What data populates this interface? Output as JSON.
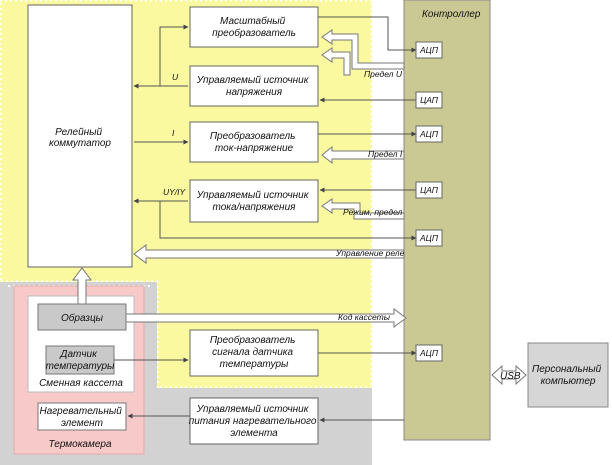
{
  "colors": {
    "yellow_zone": "#fbf9a0",
    "gray_zone": "#d2d2d2",
    "pink_zone": "#f7c9c9",
    "controller": "#cbc993",
    "pc": "#d6d6d6",
    "sample_box": "#c9c9c9",
    "line": "#555555"
  },
  "blocks": {
    "relay": [
      "Релейный",
      "коммутатор"
    ],
    "scale": [
      "Масштабный",
      "преобразователь"
    ],
    "vsource": [
      "Управляемый источник",
      "напряжения"
    ],
    "iv_conv": [
      "Преобразователь",
      "ток-напряжение"
    ],
    "ivsource": [
      "Управляемый источник",
      "тока/напряжения"
    ],
    "sensor_conv": [
      "Преобразователь",
      "сигнала датчика",
      "температуры"
    ],
    "heater_src": [
      "Управляемый источник",
      "питания нагревательного",
      "элемента"
    ],
    "samples": "Образцы",
    "sensor": [
      "Датчик",
      "температуры"
    ],
    "cassette": "Сменная кассета",
    "heater": [
      "Нагревательный",
      "элемент"
    ],
    "thermo": "Термокамера",
    "controller": "Контроллер",
    "pc": [
      "Персональный",
      "компьютер"
    ]
  },
  "ports": {
    "adc": "АЦП",
    "dac": "ЦАП"
  },
  "signals": {
    "u": "U",
    "i": "I",
    "uyiy": "UY/IY",
    "limit_u": "Предел U",
    "limit_i": "Предел I",
    "mode_limit": "Режим, предел",
    "relay_ctrl": "Управление реле",
    "cassette_code": "Код кассеты",
    "usb": "USB"
  }
}
